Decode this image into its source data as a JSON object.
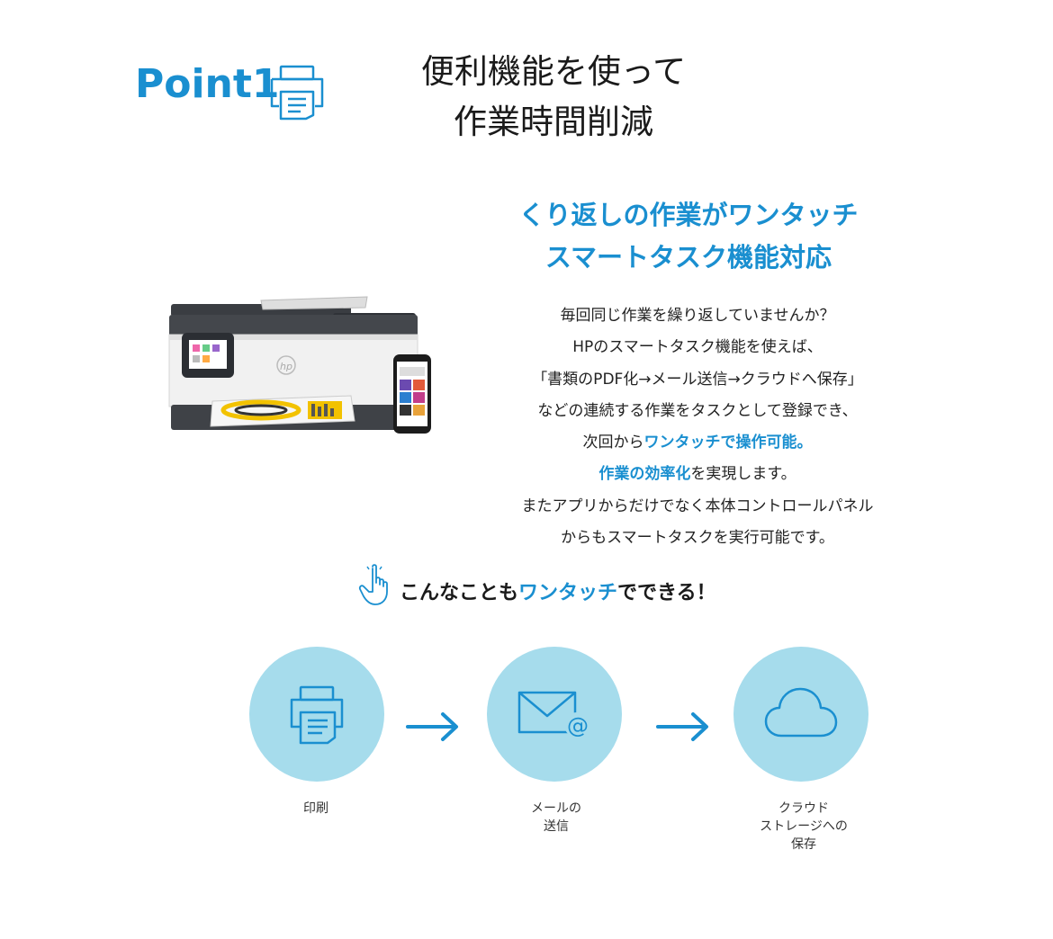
{
  "header": {
    "point_label": "Point1",
    "title_line1": "便利機能を使って",
    "title_line2": "作業時間削減"
  },
  "feature": {
    "heading_line1": "くり返しの作業がワンタッチ",
    "heading_line2": "スマートタスク機能対応"
  },
  "description": {
    "line1": "毎回同じ作業を繰り返していませんか？",
    "line2": "HPのスマートタスク機能を使えば、",
    "line3": "「書類のPDF化→メール送信→クラウドへ保存」",
    "line4": "などの連続する作業をタスクとして登録でき、",
    "line5_pre": "次回から",
    "line5_hl": "ワンタッチで操作可能。",
    "line6_hl": "作業の効率化",
    "line6_post": "を実現します。",
    "line7": "またアプリからだけでなく本体コントロールパネル",
    "line8": "からもスマートタスクを実行可能です。"
  },
  "onetouch": {
    "pre": "こんなことも",
    "hl": "ワンタッチ",
    "post": "でできる！"
  },
  "steps": [
    {
      "icon": "printer-icon",
      "label_line1": "印刷",
      "label_line2": "",
      "label_line3": ""
    },
    {
      "icon": "mail-icon",
      "label_line1": "メールの",
      "label_line2": "送信",
      "label_line3": ""
    },
    {
      "icon": "cloud-icon",
      "label_line1": "クラウド",
      "label_line2": "ストレージへの",
      "label_line3": "保存"
    }
  ],
  "colors": {
    "accent": "#1a8fd0",
    "circle": "#a6dcec",
    "text": "#222222"
  }
}
